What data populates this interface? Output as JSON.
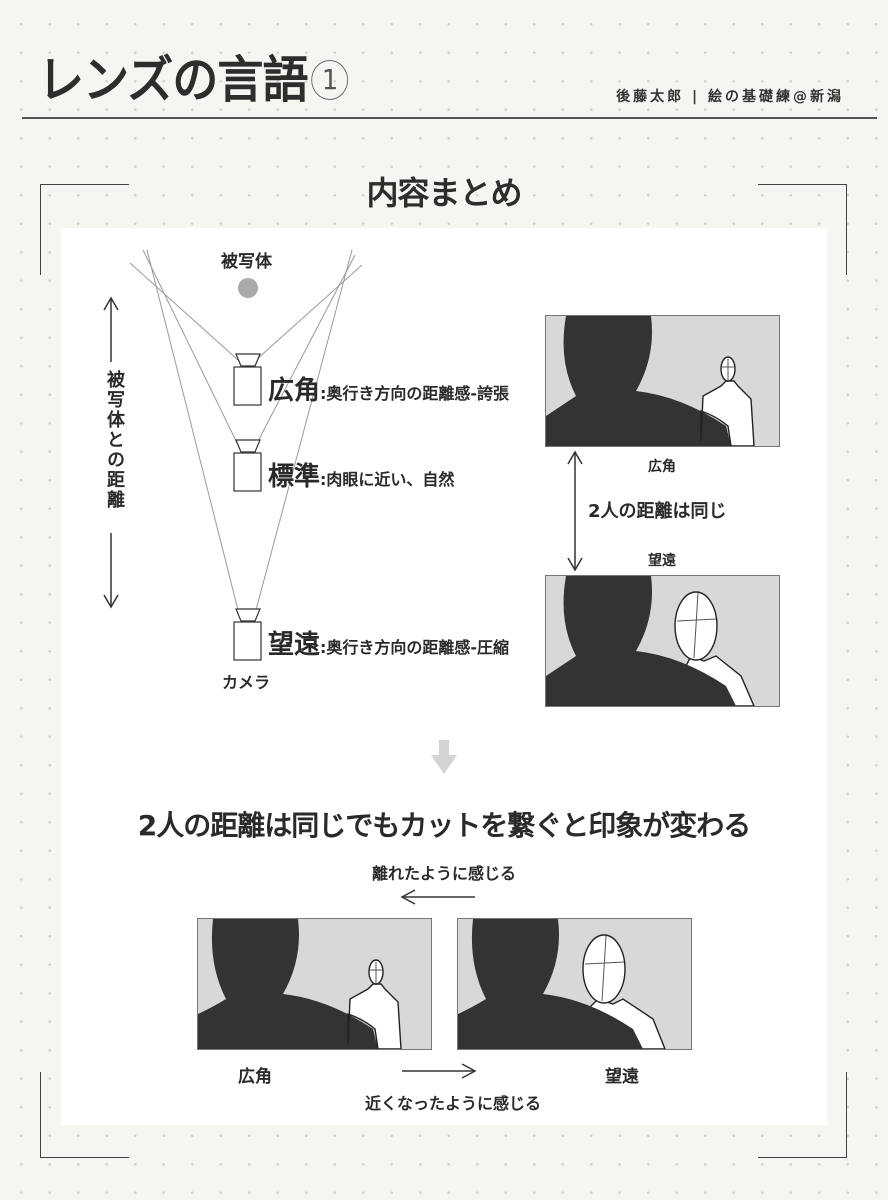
{
  "header": {
    "title": "レンズの言語",
    "title_number": "1",
    "author_line": "後藤太郎 | 絵の基礎練@新潟"
  },
  "section": {
    "title": "内容まとめ"
  },
  "diagram": {
    "subject_label": "被写体",
    "distance_label": "被写体との距離",
    "camera_label": "カメラ",
    "lenses": [
      {
        "name": "広角",
        "description": ":奥行き方向の距離感-誇張"
      },
      {
        "name": "標準",
        "description": ":肉眼に近い、自然"
      },
      {
        "name": "望遠",
        "description": ":奥行き方向の距離感-圧縮"
      }
    ],
    "frames": [
      {
        "label": "広角"
      },
      {
        "label": "望遠"
      }
    ],
    "same_distance_label": "2人の距離は同じ"
  },
  "conclusion": {
    "headline": "2人の距離は同じでもカットを繋ぐと印象が変わる",
    "left_arrow_label": "離れたように感じる",
    "right_arrow_label": "近くなったように感じる",
    "frames": [
      {
        "label": "広角"
      },
      {
        "label": "望遠"
      }
    ]
  },
  "colors": {
    "background": "#f6f5f1",
    "panel": "#ffffff",
    "silhouette": "#333333",
    "frame_bg": "#d8d8d8",
    "subject_dot": "#aaaaaa",
    "arrow_down": "#d4d4d4"
  }
}
